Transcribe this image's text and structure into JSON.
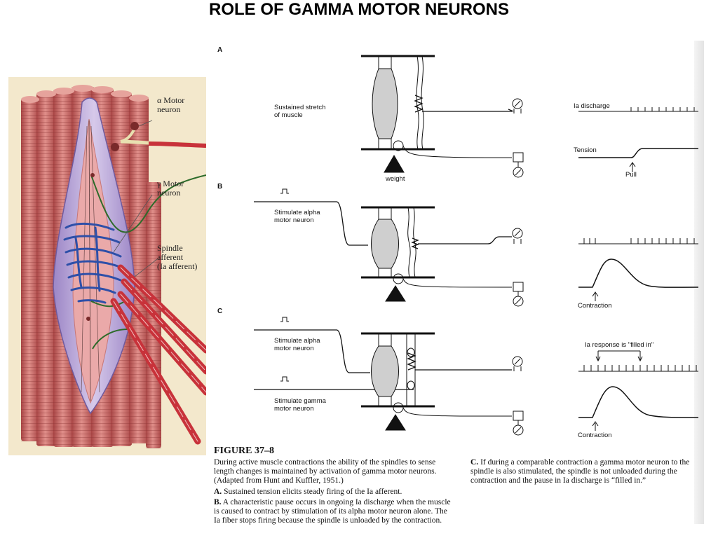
{
  "title": "ROLE OF GAMMA MOTOR NEURONS",
  "illustration": {
    "alpha_label": "α Motor\nneuron",
    "gamma_label": "γ Motor\nneuron",
    "afferent_label": "Spindle\nafferent\n(Ia afferent)"
  },
  "panel_a": {
    "letter": "A",
    "stretch_label": "Sustained stretch\nof muscle",
    "weight_label": "weight",
    "ia_label": "Ia discharge",
    "tension_label": "Tension",
    "pull_label": "Pull"
  },
  "panel_b": {
    "letter": "B",
    "stim_label": "Stimulate alpha\nmotor neuron",
    "contraction_label": "Contraction"
  },
  "panel_c": {
    "letter": "C",
    "stim_alpha_label": "Stimulate alpha\nmotor neuron",
    "stim_gamma_label": "Stimulate gamma\nmotor neuron",
    "filled_label": "Ia response is \"filled in\"",
    "contraction_label": "Contraction"
  },
  "caption": {
    "figure_word": "FIGURE",
    "figure_number": "37–8",
    "intro": "During active muscle contractions the ability of the spindles to sense length changes is maintained by activation of gamma motor neurons. (Adapted from Hunt and Kuffler, 1951.)",
    "a_letter": "A.",
    "a_text": "Sustained tension elicits steady firing of the Ia afferent.",
    "b_letter": "B.",
    "b_text": "A characteristic pause occurs in ongoing Ia discharge when the muscle is caused to contract by stimulation of its alpha motor neuron alone. The Ia fiber stops firing because the spindle is unloaded by the contraction.",
    "c_letter": "C.",
    "c_text": "If during a comparable contraction a gamma motor neuron to the spindle is also stimulated, the spindle is not unloaded during the contraction and the pause in Ia discharge is “filled in.”"
  },
  "colors": {
    "muscle": "#c45a5a",
    "spindle": "#b9a8d6",
    "fiber_blue": "#2e4fa8",
    "axon_red": "#c8323a",
    "background_panel": "#f3e8cc"
  }
}
